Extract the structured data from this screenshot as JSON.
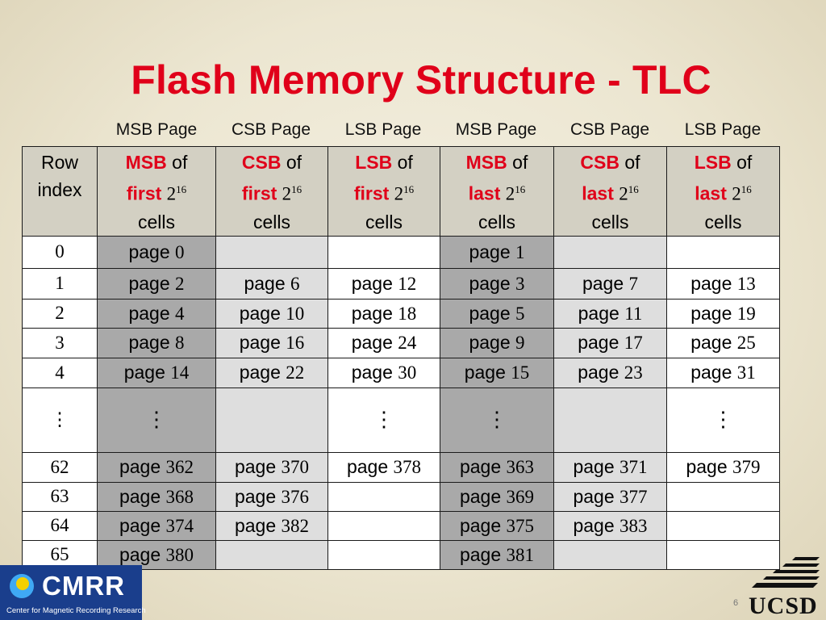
{
  "title": "Flash Memory Structure - TLC",
  "column_labels": [
    "MSB Page",
    "CSB Page",
    "LSB Page",
    "MSB Page",
    "CSB Page",
    "LSB Page"
  ],
  "header": {
    "index_label": [
      "Row",
      "index"
    ],
    "cells": [
      {
        "bit": "MSB",
        "of": "of",
        "which": "first",
        "base": "2",
        "exp": "16",
        "unit": "cells"
      },
      {
        "bit": "CSB",
        "of": "of",
        "which": "first",
        "base": "2",
        "exp": "16",
        "unit": "cells"
      },
      {
        "bit": "LSB",
        "of": "of",
        "which": "first",
        "base": "2",
        "exp": "16",
        "unit": "cells"
      },
      {
        "bit": "MSB",
        "of": "of",
        "which": "last",
        "base": "2",
        "exp": "16",
        "unit": "cells"
      },
      {
        "bit": "CSB",
        "of": "of",
        "which": "last",
        "base": "2",
        "exp": "16",
        "unit": "cells"
      },
      {
        "bit": "LSB",
        "of": "of",
        "which": "last",
        "base": "2",
        "exp": "16",
        "unit": "cells"
      }
    ]
  },
  "page_word": "page",
  "ellipsis": "⋮",
  "rows": [
    {
      "index": "0",
      "pages": [
        "0",
        "",
        "",
        "1",
        "",
        ""
      ]
    },
    {
      "index": "1",
      "pages": [
        "2",
        "6",
        "12",
        "3",
        "7",
        "13"
      ]
    },
    {
      "index": "2",
      "pages": [
        "4",
        "10",
        "18",
        "5",
        "11",
        "19"
      ]
    },
    {
      "index": "3",
      "pages": [
        "8",
        "16",
        "24",
        "9",
        "17",
        "25"
      ]
    },
    {
      "index": "4",
      "pages": [
        "14",
        "22",
        "30",
        "15",
        "23",
        "31"
      ]
    },
    {
      "index": "⋮",
      "pages": [
        "⋮",
        "",
        "⋮",
        "⋮",
        "",
        "⋮"
      ],
      "ellipsis_row": true
    },
    {
      "index": "62",
      "pages": [
        "362",
        "370",
        "378",
        "363",
        "371",
        "379"
      ]
    },
    {
      "index": "63",
      "pages": [
        "368",
        "376",
        "",
        "369",
        "377",
        ""
      ]
    },
    {
      "index": "64",
      "pages": [
        "374",
        "382",
        "",
        "375",
        "383",
        ""
      ]
    },
    {
      "index": "65",
      "pages": [
        "380",
        "",
        "",
        "381",
        "",
        ""
      ]
    }
  ],
  "slide_number": "6",
  "logo_left": {
    "name": "CMRR",
    "subtitle": "Center for Magnetic Recording Research"
  },
  "logo_right": {
    "name": "UCSD"
  },
  "colors": {
    "title": "#e0001a",
    "dark_cell": "#a9a9a9",
    "light_cell": "#dedede",
    "header_bg": "#d3d0c3"
  }
}
